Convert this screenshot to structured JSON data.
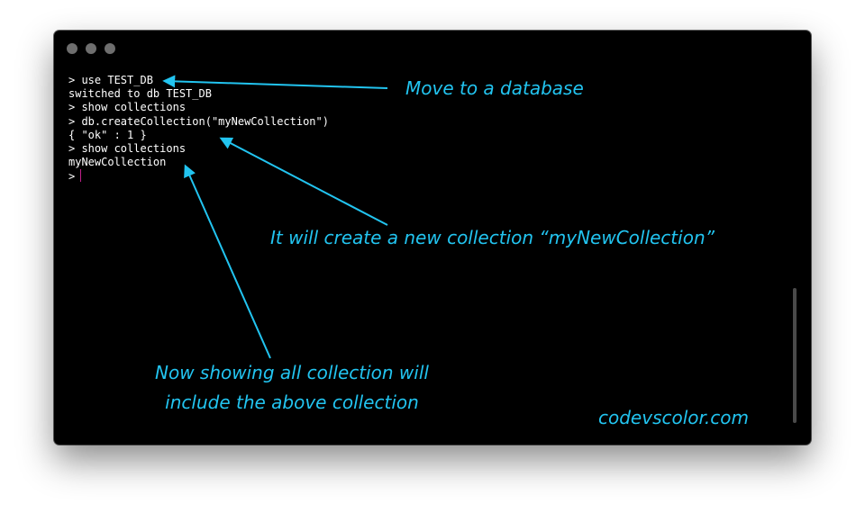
{
  "window": {
    "buttons": [
      "close",
      "minimize",
      "zoom"
    ]
  },
  "terminal": {
    "lines": [
      "> use TEST_DB",
      "switched to db TEST_DB",
      "> show collections",
      "> db.createCollection(\"myNewCollection\")",
      "{ \"ok\" : 1 }",
      "> show collections",
      "myNewCollection",
      ">"
    ]
  },
  "annotations": {
    "move": "Move to a database",
    "create": "It will create a new collection “myNewCollection”",
    "show_line1": "Now showing all collection will",
    "show_line2": "include the above collection"
  },
  "watermark": "codevscolor.com",
  "colors": {
    "annotation": "#22c4f0",
    "background": "#000000",
    "text": "#ffffff",
    "cursor": "#c0208a"
  }
}
